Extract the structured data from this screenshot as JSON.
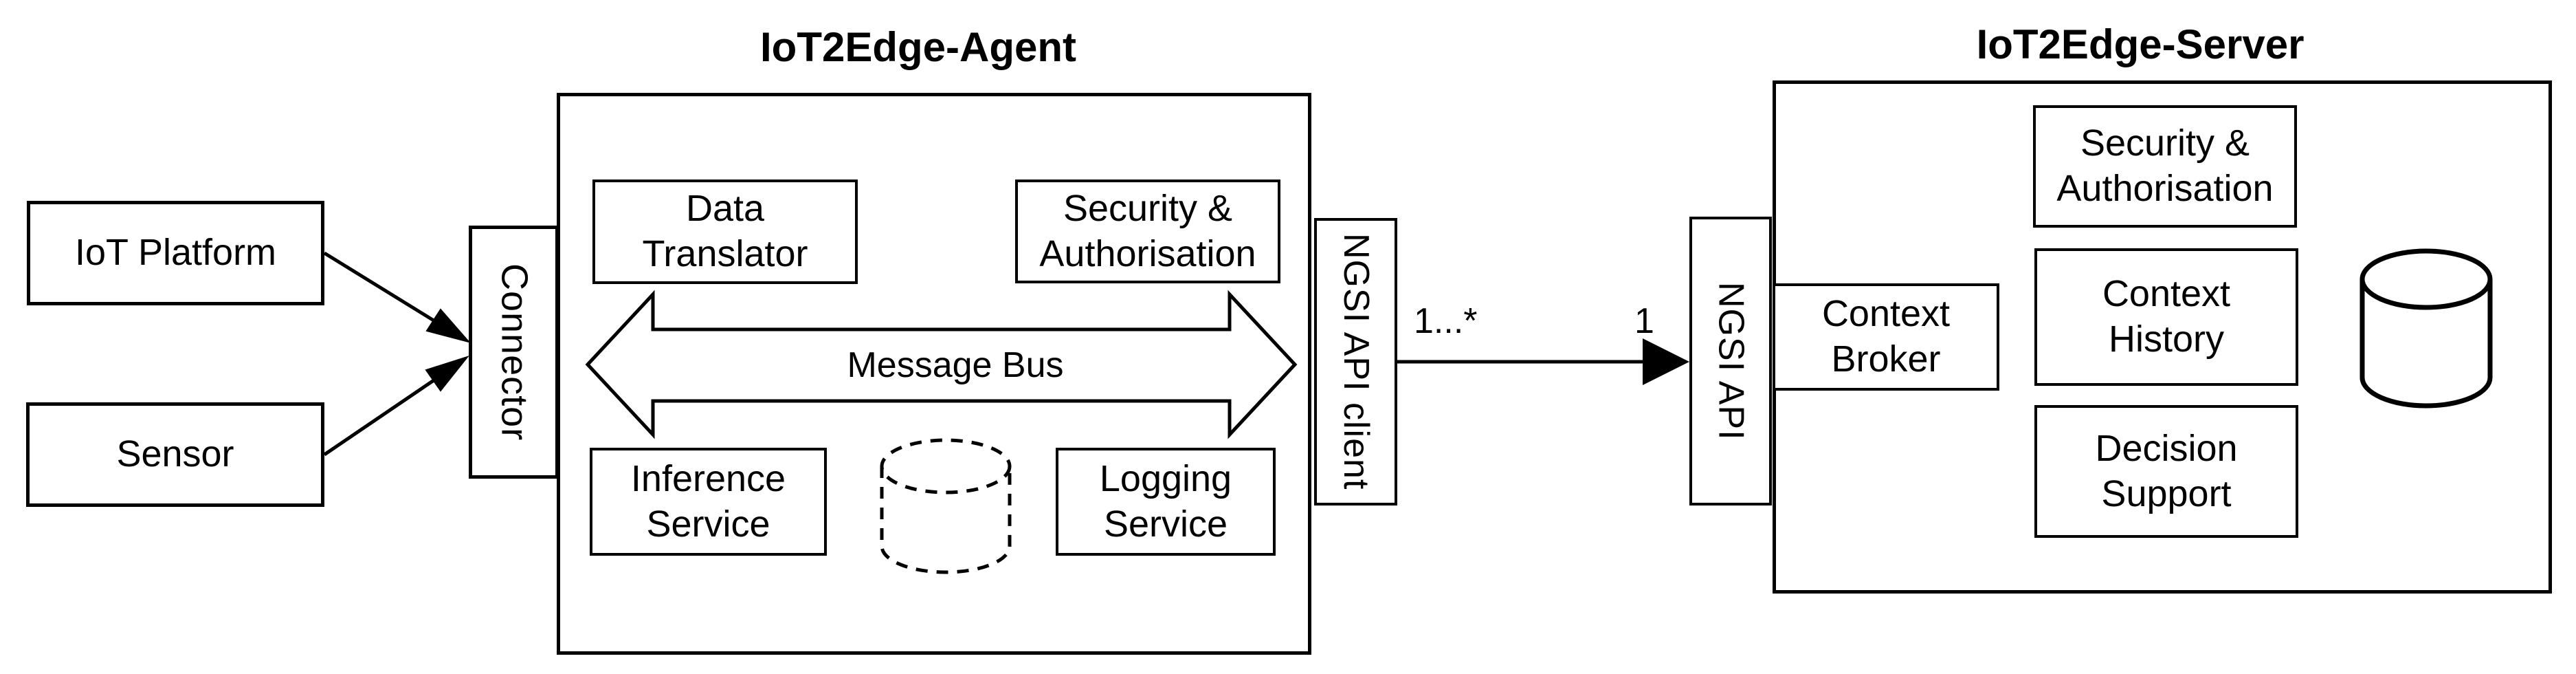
{
  "colors": {
    "ink": "#000000",
    "paper": "#ffffff"
  },
  "agent": {
    "title": "IoT2Edge-Agent",
    "boxes": {
      "data_translator": "Data\nTranslator",
      "security": "Security &\nAuthorisation",
      "inference": "Inference\nService",
      "logging": "Logging\nService"
    },
    "message_bus": "Message Bus",
    "ngsi_client": "NGSI API client",
    "database_icon": "dashed-database-icon"
  },
  "external": {
    "iot_platform": "IoT Platform",
    "sensor": "Sensor",
    "connector": "Connector"
  },
  "link": {
    "left_multiplicity": "1...*",
    "right_multiplicity": "1"
  },
  "server": {
    "title": "IoT2Edge-Server",
    "ngsi_api": "NGSI API",
    "boxes": {
      "context_broker": "Context\nBroker",
      "security": "Security &\nAuthorisation",
      "context_history": "Context\nHistory",
      "decision_support": "Decision\nSupport"
    },
    "database_icon": "database-icon"
  }
}
